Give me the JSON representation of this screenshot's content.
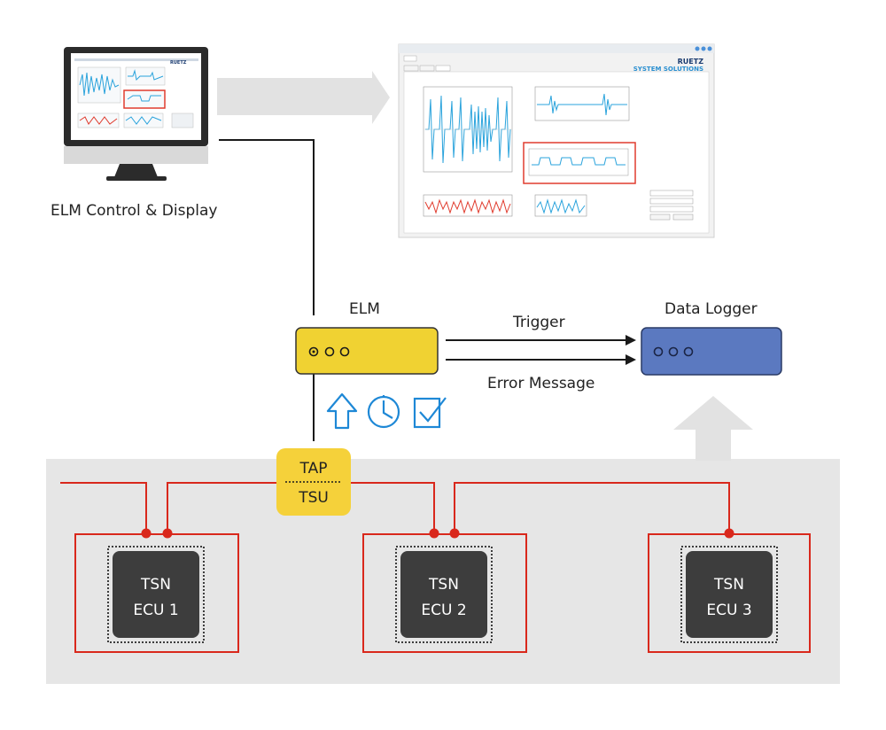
{
  "labels": {
    "control_display": "ELM Control & Display",
    "elm": "ELM",
    "data_logger": "Data Logger",
    "trigger": "Trigger",
    "error_message": "Error Message",
    "tap": "TAP",
    "tsu": "TSU"
  },
  "ecus": [
    {
      "line1": "TSN",
      "line2": "ECU 1"
    },
    {
      "line1": "TSN",
      "line2": "ECU 2"
    },
    {
      "line1": "TSN",
      "line2": "ECU 3"
    }
  ],
  "screenshot": {
    "brand_line1": "RUETZ",
    "brand_line2": "SYSTEM SOLUTIONS"
  },
  "colors": {
    "elm_box": "#f0d232",
    "tap_box": "#f5d13a",
    "logger_box": "#5b79c0",
    "bus_line": "#d9281c",
    "ecu_chip": "#3d3d3d",
    "icon_blue": "#1e88d6",
    "network_area": "#e6e6e6"
  },
  "icons": [
    "monitor-icon",
    "arrow-up-icon",
    "clock-icon",
    "checkmark-icon"
  ]
}
